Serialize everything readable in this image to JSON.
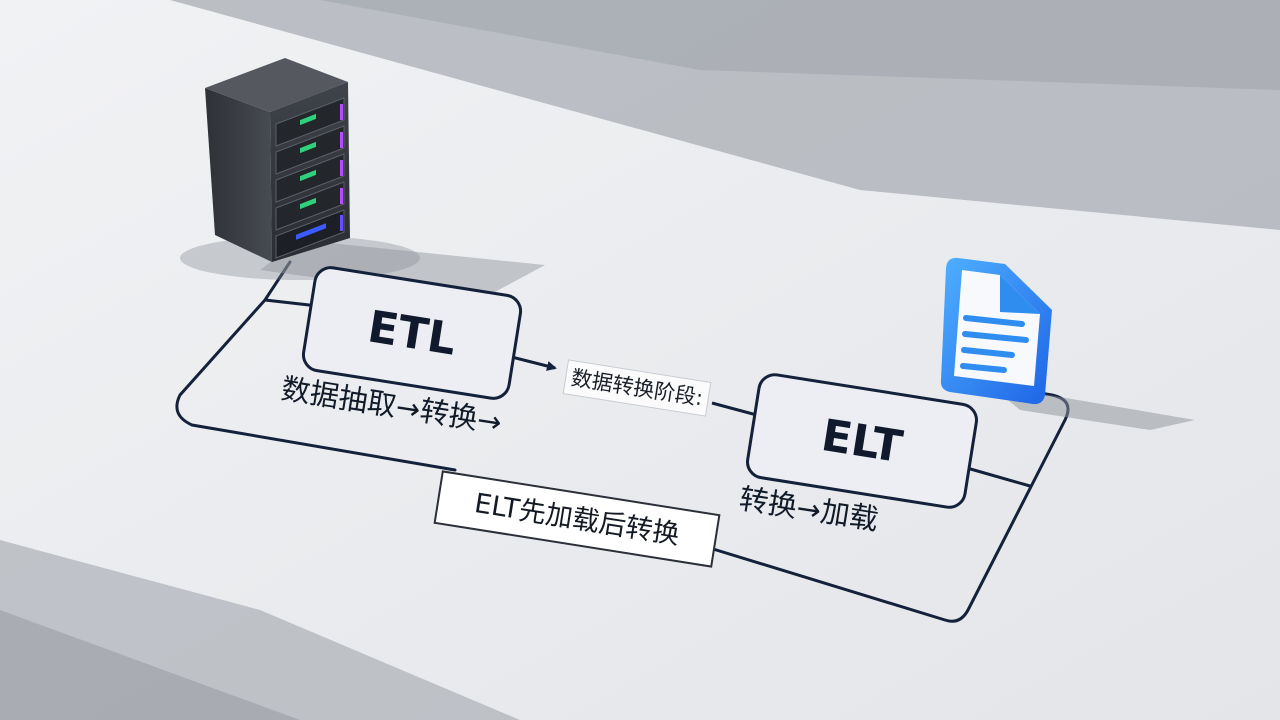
{
  "diagram": {
    "etl_box": {
      "label": "ETL"
    },
    "elt_box": {
      "label": "ELT"
    },
    "etl_steps_text": "数据抽取→转换→",
    "elt_steps_text": "转换→加载",
    "stage_tag": "数据转换阶段:",
    "elt_note_tag": "ELT先加载后转换",
    "icons": {
      "server": "server-rack-icon",
      "document": "document-icon"
    },
    "colors": {
      "line": "#14213a",
      "box_fill": "#eceef3",
      "doc_blue": "#2f8df0",
      "server_green": "#2fd27c",
      "server_purple": "#b54cff",
      "server_blue": "#3b5bff"
    }
  }
}
